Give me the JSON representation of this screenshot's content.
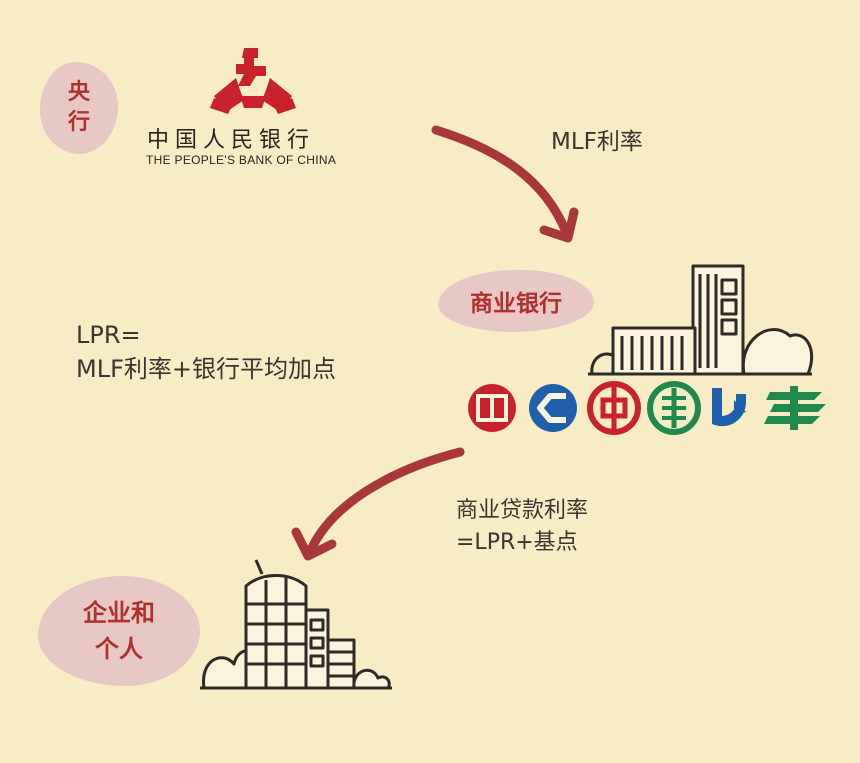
{
  "central_bank": {
    "tag": "央\n行",
    "name_cn": "中国人民银行",
    "name_en": "THE PEOPLE'S BANK OF CHINA"
  },
  "commercial_bank": {
    "tag": "商业银行"
  },
  "enterprises": {
    "tag": "企业和\n个人"
  },
  "labels": {
    "mlf": "MLF利率",
    "lpr_line1": "LPR=",
    "lpr_line2": "MLF利率+银行平均加点",
    "loan_line1": "商业贷款利率",
    "loan_line2": "=LPR+基点"
  },
  "bank_logos": [
    {
      "icon": "icbc-logo",
      "color": "#c8222a"
    },
    {
      "icon": "ccb-logo",
      "color": "#1f5fae"
    },
    {
      "icon": "boc-logo",
      "color": "#c8222a"
    },
    {
      "icon": "abc-logo",
      "color": "#1f8a4c"
    },
    {
      "icon": "bocom-logo",
      "color": "#1f5fae"
    },
    {
      "icon": "psbc-logo",
      "color": "#1f8a4c"
    }
  ],
  "colors": {
    "background": "#f8ecc4",
    "arrow": "#a8383a",
    "blob": "#e8c8c4",
    "tag_text": "#b0302e",
    "pboc_red": "#c8222a"
  }
}
